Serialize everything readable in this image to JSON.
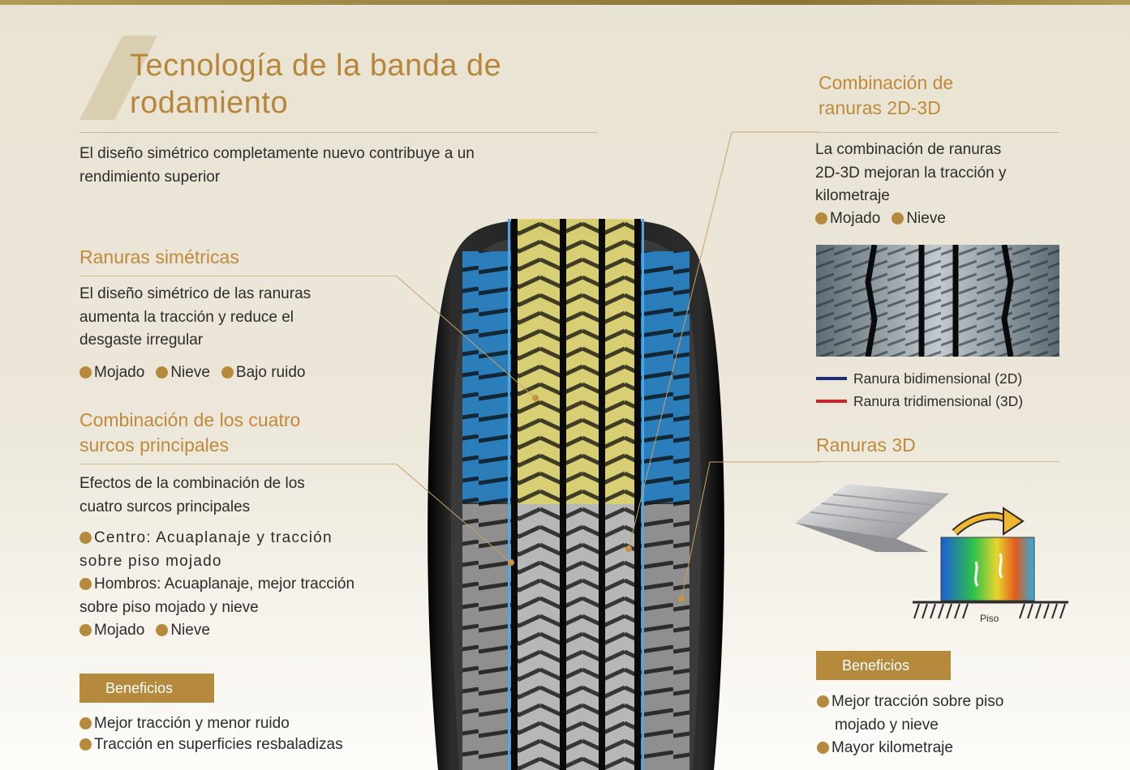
{
  "title": "Tecnología de la banda de rodamiento",
  "intro": "El diseño simétrico completamente nuevo contribuye a un rendimiento superior",
  "left": {
    "sec1": {
      "heading": "Ranuras simétricas",
      "desc": "El diseño simétrico de las ranuras aumenta la tracción y reduce el desgaste irregular",
      "tags": [
        "Mojado",
        "Nieve",
        "Bajo ruido"
      ]
    },
    "sec2": {
      "heading": "Combinación de los cuatro surcos principales",
      "desc": "Efectos de la combinación de los cuatro surcos principales",
      "items": [
        "Centro:  Acuaplanaje y tracción sobre piso mojado",
        "Hombros: Acuaplanaje, mejor tracción sobre piso mojado y nieve"
      ],
      "tags": [
        "Mojado",
        "Nieve"
      ]
    },
    "benefits": {
      "label": "Beneficios",
      "items": [
        "Mejor tracción y menor ruido",
        "Tracción en superficies resbaladizas"
      ]
    }
  },
  "right": {
    "sec1": {
      "heading": "Combinación de ranuras 2D-3D",
      "desc": "La combinación de ranuras 2D-3D mejoran la tracción y kilometraje",
      "tags": [
        "Mojado",
        "Nieve"
      ],
      "legend": [
        {
          "label": "Ranura bidimensional (2D)",
          "color": "#1d2f7a"
        },
        {
          "label": "Ranura tridimensional (3D)",
          "color": "#d0202a"
        }
      ]
    },
    "sec2": {
      "heading": "Ranuras 3D",
      "floor_label": "Piso"
    },
    "benefits": {
      "label": "Beneficios",
      "items": [
        "Mejor tracción sobre piso mojado y nieve",
        "Mayor kilometraje"
      ]
    }
  },
  "colors": {
    "accent": "#b58a3c",
    "heading": "#bf8a3a"
  }
}
